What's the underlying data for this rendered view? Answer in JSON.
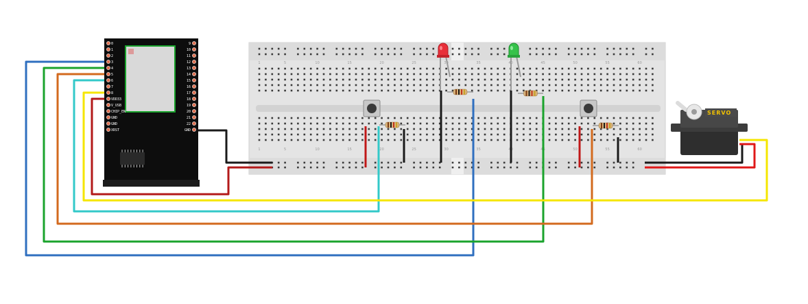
{
  "diagram": {
    "module": {
      "left_pins": [
        "0",
        "1",
        "2",
        "3",
        "4",
        "5",
        "6",
        "7",
        "8",
        "VDD33",
        "V_USB",
        "CHIP_EN",
        "GND",
        "GND",
        "XRST"
      ],
      "right_pins": [
        "9",
        "10",
        "11",
        "12",
        "13",
        "14",
        "15",
        "16",
        "17",
        "18",
        "19",
        "20",
        "21",
        "22",
        "GND"
      ]
    },
    "servo": {
      "label": "SERVO"
    },
    "breadboard": {
      "column_numbers": [
        "1",
        "5",
        "10",
        "15",
        "20",
        "25",
        "30",
        "35",
        "40",
        "45",
        "50",
        "55",
        "60"
      ]
    },
    "colors": {
      "blue": "#2f6fbf",
      "green": "#1aa32c",
      "orange": "#d36a1e",
      "cyan": "#33c9c9",
      "yellow": "#f5e600",
      "red": "#b31a1a",
      "black": "#1a1a1a",
      "led_red": "#e8303a",
      "led_green": "#36c24a"
    }
  }
}
